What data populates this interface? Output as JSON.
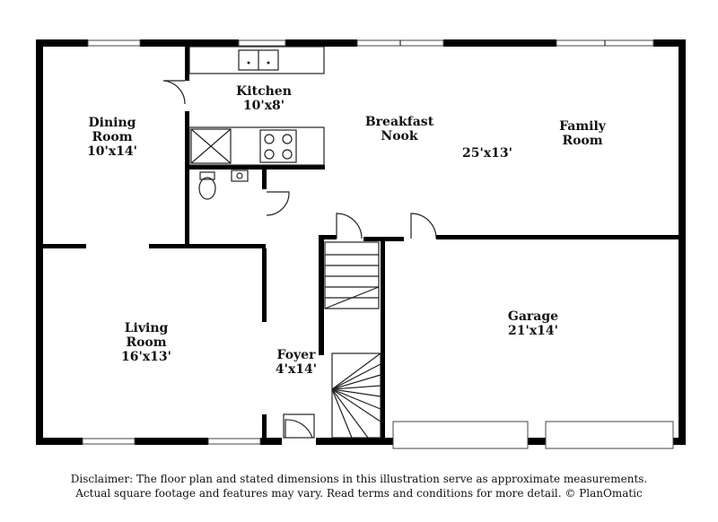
{
  "rooms": {
    "dining": {
      "name_l1": "Dining",
      "name_l2": "Room",
      "dims": "10'x14'"
    },
    "kitchen": {
      "name": "Kitchen",
      "dims": "10'x8'"
    },
    "breakfast": {
      "name_l1": "Breakfast",
      "name_l2": "Nook"
    },
    "family": {
      "name_l1": "Family",
      "name_l2": "Room"
    },
    "combined_dims": "25'x13'",
    "living": {
      "name_l1": "Living",
      "name_l2": "Room",
      "dims": "16'x13'"
    },
    "foyer": {
      "name": "Foyer",
      "dims": "4'x14'"
    },
    "garage": {
      "name": "Garage",
      "dims": "21'x14'"
    }
  },
  "disclaimer": {
    "line1": "Disclaimer: The floor plan and stated dimensions in this illustration serve as approximate measurements.",
    "line2": "Actual square footage and features may vary. Read terms and conditions for more detail. © PlanOmatic"
  }
}
